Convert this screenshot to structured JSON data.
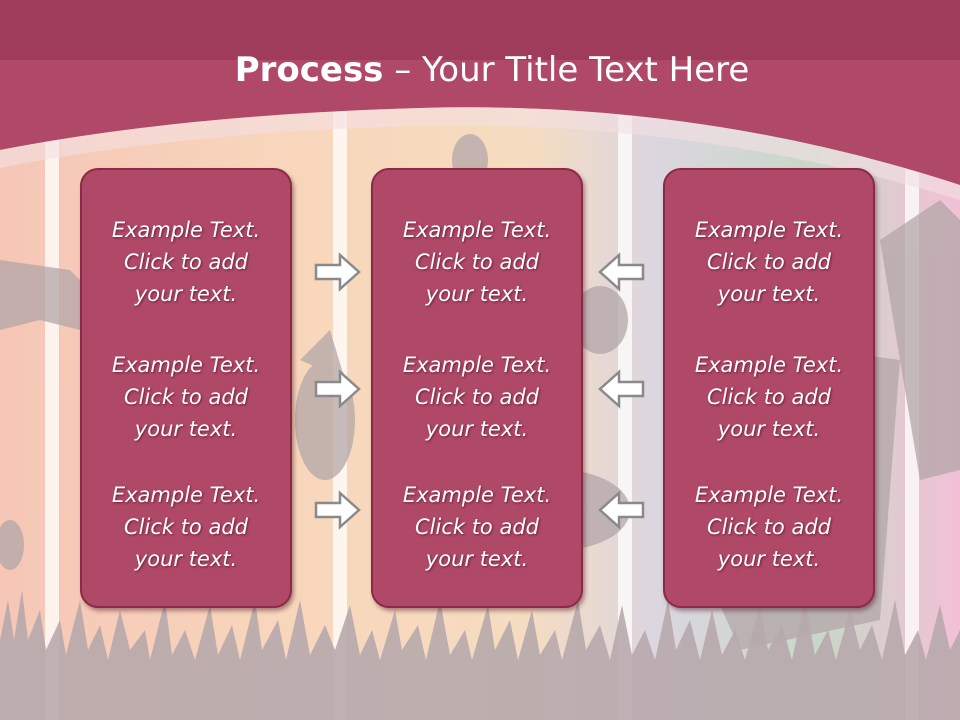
{
  "slide": {
    "title_bold": "Process",
    "title_rest": " – Your Title Text Here",
    "colors": {
      "header": "#b04868",
      "panel": "#b04868",
      "panel_border": "#8a2a45",
      "text": "#ffffff"
    }
  },
  "columns": [
    {
      "items": [
        {
          "line1": "Example Text.",
          "line2": "Click  to add",
          "line3": "your text."
        },
        {
          "line1": "Example Text.",
          "line2": "Click  to add",
          "line3": "your text."
        },
        {
          "line1": "Example Text.",
          "line2": "Click  to add",
          "line3": "your text."
        }
      ]
    },
    {
      "items": [
        {
          "line1": "Example Text.",
          "line2": "Click  to add",
          "line3": "your text."
        },
        {
          "line1": "Example Text.",
          "line2": "Click  to add",
          "line3": "your text."
        },
        {
          "line1": "Example Text.",
          "line2": "Click  to add",
          "line3": "your text."
        }
      ]
    },
    {
      "items": [
        {
          "line1": "Example Text.",
          "line2": "Click  to add",
          "line3": "your text."
        },
        {
          "line1": "Example Text.",
          "line2": "Click  to add",
          "line3": "your text."
        },
        {
          "line1": "Example Text.",
          "line2": "Click  to add",
          "line3": "your text."
        }
      ]
    }
  ],
  "arrows": {
    "left_group": "arrow-right-icon",
    "right_group": "arrow-left-icon"
  }
}
